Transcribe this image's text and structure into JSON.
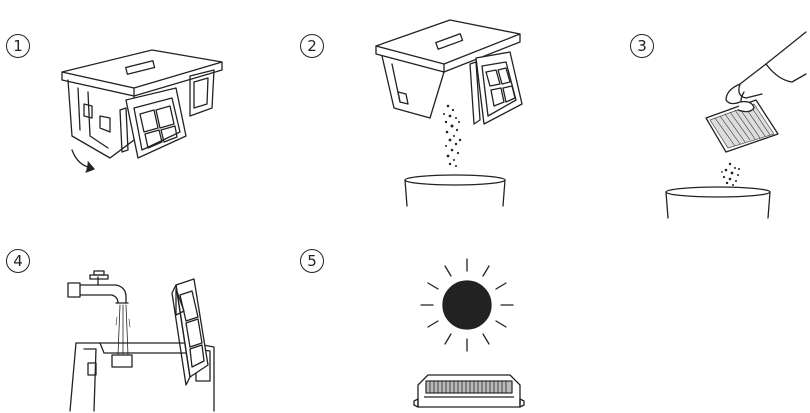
{
  "steps": [
    {
      "number": "1",
      "illustration": "dustbin-open-filter-icon"
    },
    {
      "number": "2",
      "illustration": "empty-dust-into-bin-icon"
    },
    {
      "number": "3",
      "illustration": "tap-filter-over-bin-icon"
    },
    {
      "number": "4",
      "illustration": "rinse-under-tap-icon"
    },
    {
      "number": "5",
      "illustration": "dry-in-sun-icon"
    }
  ],
  "colors": {
    "line": "#222222",
    "sun": "#222222",
    "background": "#ffffff"
  }
}
